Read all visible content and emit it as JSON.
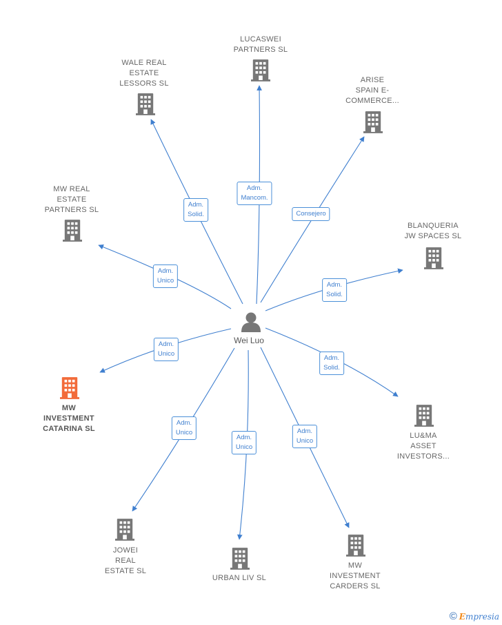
{
  "center": {
    "name": "Wei Luo",
    "icon": "person-icon"
  },
  "companies": [
    {
      "id": "lucaswei",
      "lines": [
        "LUCASWEI",
        "PARTNERS  SL"
      ],
      "role": [
        "Adm.",
        "Mancom."
      ],
      "icon": "building-icon"
    },
    {
      "id": "wale",
      "lines": [
        "WALE REAL",
        "ESTATE",
        "LESSORS  SL"
      ],
      "role": [
        "Adm.",
        "Solid."
      ],
      "icon": "building-icon"
    },
    {
      "id": "arise",
      "lines": [
        "ARISE",
        "SPAIN E-",
        "COMMERCE..."
      ],
      "role": [
        "Consejero"
      ],
      "icon": "building-icon"
    },
    {
      "id": "mwreal",
      "lines": [
        "MW REAL",
        "ESTATE",
        "PARTNERS  SL"
      ],
      "role": [
        "Adm.",
        "Unico"
      ],
      "icon": "building-icon"
    },
    {
      "id": "blanqueria",
      "lines": [
        "BLANQUERIA",
        "JW SPACES  SL"
      ],
      "role": [
        "Adm.",
        "Solid."
      ],
      "icon": "building-icon"
    },
    {
      "id": "catarina",
      "lines": [
        "MW",
        "INVESTMENT",
        "CATARINA  SL"
      ],
      "role": [
        "Adm.",
        "Unico"
      ],
      "icon": "building-icon",
      "highlight": true
    },
    {
      "id": "luma",
      "lines": [
        "LU&MA",
        "ASSET",
        "INVESTORS..."
      ],
      "role": [
        "Adm.",
        "Solid."
      ],
      "icon": "building-icon"
    },
    {
      "id": "jowei",
      "lines": [
        "JOWEI",
        "REAL",
        "ESTATE  SL"
      ],
      "role": [
        "Adm.",
        "Unico"
      ],
      "icon": "building-icon"
    },
    {
      "id": "urban",
      "lines": [
        "URBAN LIV  SL"
      ],
      "role": [
        "Adm.",
        "Unico"
      ],
      "icon": "building-icon"
    },
    {
      "id": "carders",
      "lines": [
        "MW",
        "INVESTMENT",
        "CARDERS  SL"
      ],
      "role": [
        "Adm.",
        "Unico"
      ],
      "icon": "building-icon"
    }
  ],
  "colors": {
    "edge": "#3f7fcf",
    "building": "#777777",
    "highlight": "#f26b3a",
    "person": "#777777"
  },
  "footer": {
    "copyright": "©",
    "brand_first": "E",
    "brand_rest": "mpresia"
  }
}
